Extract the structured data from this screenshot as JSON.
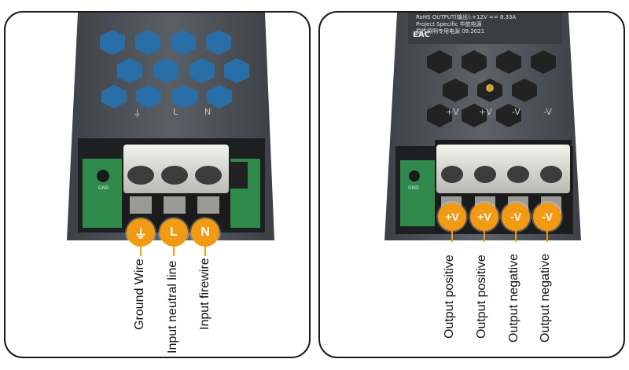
{
  "left_panel": {
    "terminals": [
      {
        "symbol": "⏚",
        "label": "Ground Wire"
      },
      {
        "symbol": "L",
        "label": "Input neutral line"
      },
      {
        "symbol": "N",
        "label": "Input firewire"
      }
    ],
    "case_markings": [
      "⏚",
      "L",
      "N"
    ],
    "pcb_text": "GND"
  },
  "right_panel": {
    "terminals": [
      {
        "symbol": "+V",
        "label": "Output positive"
      },
      {
        "symbol": "+V",
        "label": "Output positive"
      },
      {
        "symbol": "-V",
        "label": "Output negative"
      },
      {
        "symbol": "-V",
        "label": "Output negative"
      }
    ],
    "case_markings": [
      "+V",
      "+V",
      "-V",
      "-V"
    ],
    "plate_lines": [
      "RoHS  OUTPUT(输出):+12V  ==  8.33A",
      "Project Specific    华航电源",
      "稳性照明专用电源      09.2021"
    ],
    "pcb_text": "GND",
    "eac_mark": "EAC"
  },
  "colors": {
    "accent": "#f39a14",
    "case": "#4f5359",
    "pcb": "#2f8a4c",
    "terminal": "#1b1b1b"
  }
}
